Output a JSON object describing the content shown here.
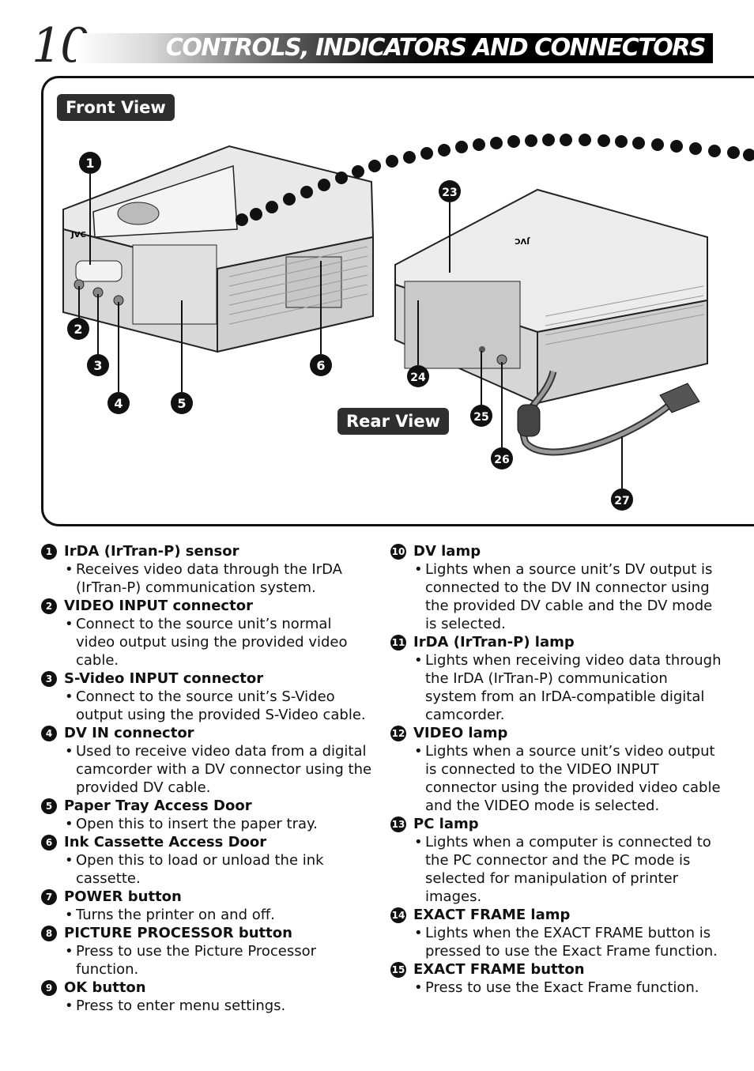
{
  "header": {
    "page_number": "10",
    "title": "CONTROLS, INDICATORS AND CONNECTORS"
  },
  "figure": {
    "front_view_label": "Front View",
    "rear_view_label": "Rear View",
    "brand_front": "JVC",
    "brand_rear": "JVC",
    "callouts": [
      "1",
      "2",
      "3",
      "4",
      "5",
      "6",
      "23",
      "24",
      "25",
      "26",
      "27"
    ]
  },
  "items_left": [
    {
      "num": "1",
      "title": "IrDA (IrTran-P) sensor",
      "desc": "Receives video data through the IrDA (IrTran-P) communication system."
    },
    {
      "num": "2",
      "title": "VIDEO INPUT connector",
      "desc": "Connect to the source unit’s normal video output using the provided video cable."
    },
    {
      "num": "3",
      "title": "S-Video INPUT connector",
      "desc": "Connect to the source unit’s S-Video output using the provided S-Video cable."
    },
    {
      "num": "4",
      "title": "DV IN connector",
      "desc": "Used to receive video data from a digital camcorder with a DV connector using the provided DV cable."
    },
    {
      "num": "5",
      "title": "Paper Tray Access Door",
      "desc": "Open this to insert the paper tray."
    },
    {
      "num": "6",
      "title": "Ink Cassette Access Door",
      "desc": "Open this to load or unload the ink cassette."
    },
    {
      "num": "7",
      "title": "POWER button",
      "desc": "Turns the printer on and off."
    },
    {
      "num": "8",
      "title": "PICTURE PROCESSOR button",
      "desc": "Press to use the Picture Processor function."
    },
    {
      "num": "9",
      "title": "OK button",
      "desc": "Press to enter menu settings."
    }
  ],
  "items_right": [
    {
      "num": "10",
      "title": "DV lamp",
      "desc": "Lights when a source unit’s DV output is connected to the DV IN connector using the provided DV cable and the DV mode is selected."
    },
    {
      "num": "11",
      "title": "IrDA (IrTran-P) lamp",
      "desc": "Lights when receiving video data through the IrDA (IrTran-P) communication system from an IrDA-compatible digital camcorder."
    },
    {
      "num": "12",
      "title": "VIDEO lamp",
      "desc": "Lights when a source unit’s video output is connected to the VIDEO INPUT connector using the provided video cable and the VIDEO mode is selected."
    },
    {
      "num": "13",
      "title": "PC lamp",
      "desc": "Lights when a computer is connected to the PC connector and the PC mode is selected for manipulation of printer images."
    },
    {
      "num": "14",
      "title": "EXACT FRAME lamp",
      "desc": "Lights when the EXACT FRAME button is pressed to use the Exact Frame function."
    },
    {
      "num": "15",
      "title": "EXACT FRAME button",
      "desc": "Press to use the Exact Frame function."
    }
  ]
}
